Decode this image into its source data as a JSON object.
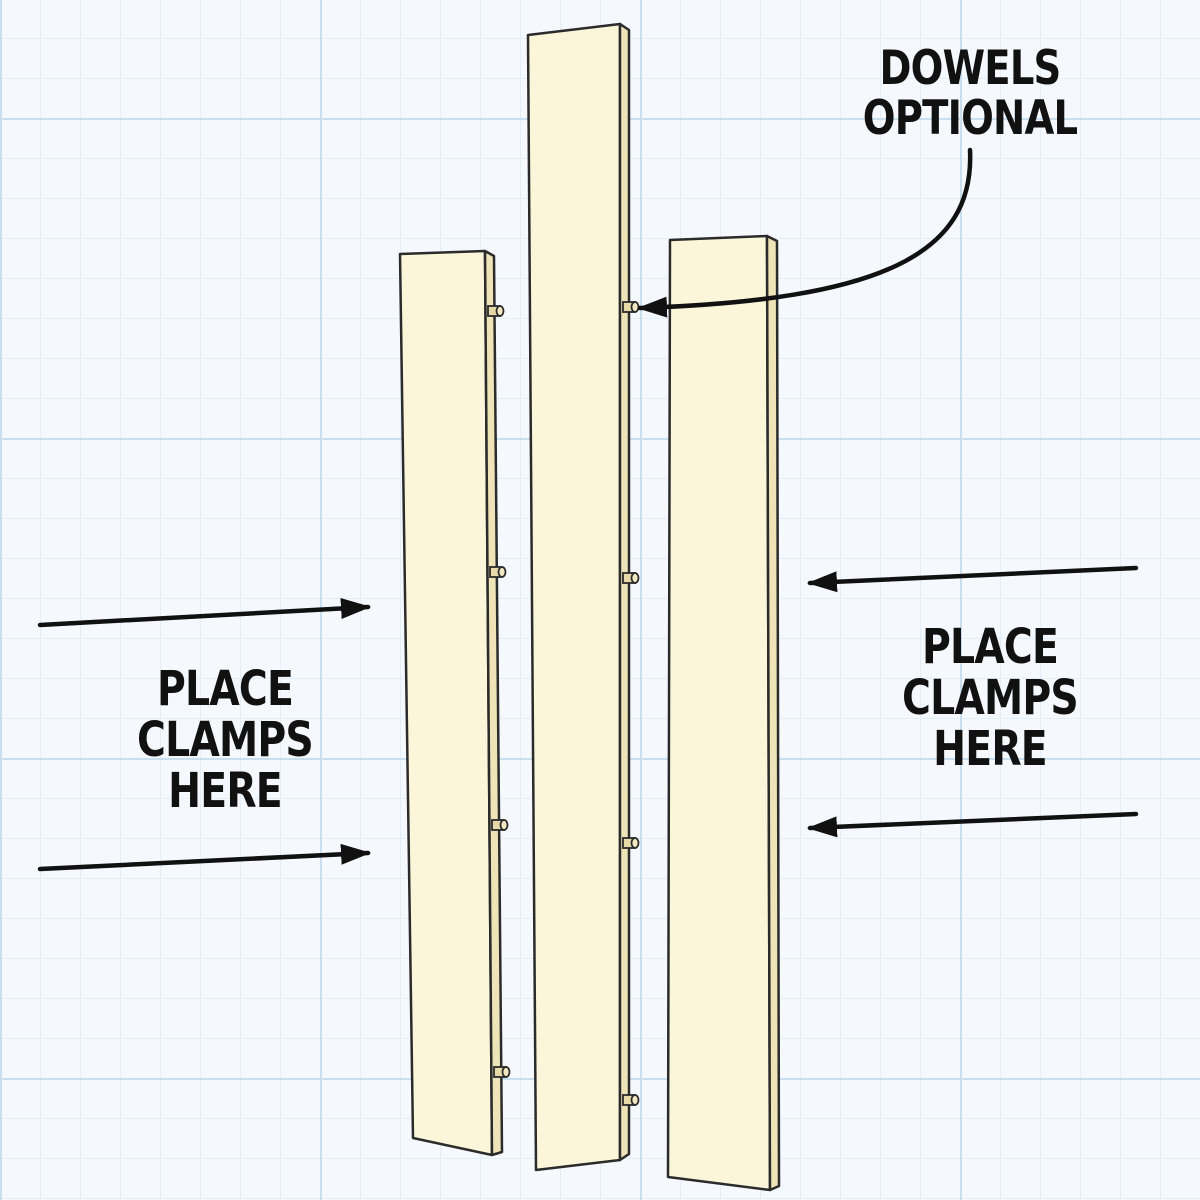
{
  "labels": {
    "dowels": [
      "DOWELS",
      "OPTIONAL"
    ],
    "clamps_left": [
      "PLACE",
      "CLAMPS",
      "HERE"
    ],
    "clamps_right": [
      "PLACE",
      "CLAMPS",
      "HERE"
    ]
  },
  "colors": {
    "board_face": "#fbf6da",
    "board_edge": "#efe4b8",
    "board_outline": "#2b2b2b",
    "dowel": "#e8d9a8",
    "arrow": "#111111",
    "grid": "#c8dff0"
  }
}
